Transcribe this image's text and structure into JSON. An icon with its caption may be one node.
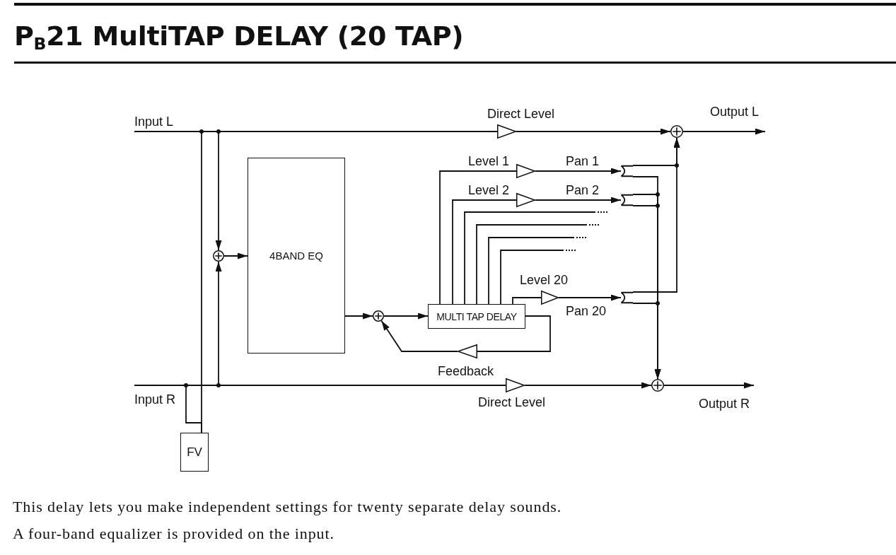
{
  "diagram": {
    "title": "P$_{B}$21 MultiTAP DELAY (20 TAP)",
    "nodes": [
      {
        "text": [
          "Input L"
        ]
      },
      {
        "text": [],
        "shape": "triangle",
        "beside": [
          "Direct Level"
        ]
      },
      {
        "text": [],
        "shape": "circle"
      },
      {
        "text": [
          "Output L"
        ]
      },
      {
        "text": [],
        "shape": "circle"
      },
      {
        "text": [
          "4BAND EQ"
        ]
      },
      {
        "text": [],
        "shape": "triangle",
        "beside": [
          "Level 1"
        ]
      },
      {
        "text": [],
        "shape": "bracket"
      },
      {
        "text": [],
        "shape": "triangle",
        "beside": [
          "Level 2"
        ]
      },
      {
        "text": [],
        "shape": "bracket"
      },
      {
        "text": [],
        "shape": "triangle",
        "beside": [
          "Level 20"
        ]
      },
      {
        "text": [],
        "shape": "bracket"
      },
      {
        "text": [],
        "shape": "circle"
      },
      {
        "text": [
          "MULTI TAP DELAY"
        ]
      },
      {
        "text": [],
        "shape": "triangle",
        "beside": [
          "Feedback"
        ]
      },
      {
        "text": [
          "Input R"
        ]
      },
      {
        "text": [],
        "shape": "triangle",
        "beside": [
          "Direct Level"
        ]
      },
      {
        "text": [],
        "shape": "circle"
      },
      {
        "text": [
          "Output R"
        ]
      },
      {
        "text": [
          "FV"
        ]
      }
    ],
    "edges": [
      {
        "from": 0,
        "to": 1,
        "arrow": "none"
      },
      {
        "from": 0,
        "to": 4,
        "arrow": "to"
      },
      {
        "from": 0,
        "to": 19,
        "arrow": "none"
      },
      {
        "from": 1,
        "to": 2,
        "arrow": "to"
      },
      {
        "from": 2,
        "to": 3,
        "arrow": "to"
      },
      {
        "from": 4,
        "to": 5,
        "arrow": "to"
      },
      {
        "from": 5,
        "to": 12,
        "arrow": "to"
      },
      {
        "from": 12,
        "to": 13,
        "arrow": "to"
      },
      {
        "from": 13,
        "to": 6,
        "arrow": "none"
      },
      {
        "from": 13,
        "to": 8,
        "arrow": "none"
      },
      {
        "from": 13,
        "to": null,
        "arrow": "none"
      },
      {
        "from": 13,
        "to": null,
        "arrow": "none"
      },
      {
        "from": 13,
        "to": null,
        "arrow": "none"
      },
      {
        "from": 13,
        "to": null,
        "arrow": "none"
      },
      {
        "from": 13,
        "to": 10,
        "arrow": "none"
      },
      {
        "from": 6,
        "to": 7,
        "arrow": "to",
        "label": "Pan 1"
      },
      {
        "from": 8,
        "to": 9,
        "arrow": "to",
        "label": "Pan 2"
      },
      {
        "from": 10,
        "to": 11,
        "arrow": "to",
        "label": "Pan 20"
      },
      {
        "from": 7,
        "to": 2,
        "arrow": "to"
      },
      {
        "from": 7,
        "to": 17,
        "arrow": "to"
      },
      {
        "from": 9,
        "to": 17,
        "arrow": "to"
      },
      {
        "from": 9,
        "to": 17,
        "arrow": "to"
      },
      {
        "from": 11,
        "to": 2,
        "arrow": "to"
      },
      {
        "from": 11,
        "to": 17,
        "arrow": "to"
      },
      {
        "from": 13,
        "to": 14,
        "arrow": "none"
      },
      {
        "from": 14,
        "to": 12,
        "arrow": "to"
      },
      {
        "from": 15,
        "to": 4,
        "arrow": "to"
      },
      {
        "from": 15,
        "to": 16,
        "arrow": "none"
      },
      {
        "from": 15,
        "to": 19,
        "arrow": "none"
      },
      {
        "from": 16,
        "to": 17,
        "arrow": "to"
      },
      {
        "from": 17,
        "to": 18,
        "arrow": "to"
      }
    ],
    "labels": [
      "This delay lets you make independent settings for twenty separate delay sounds.",
      "A four-band equalizer is provided on the input."
    ]
  }
}
